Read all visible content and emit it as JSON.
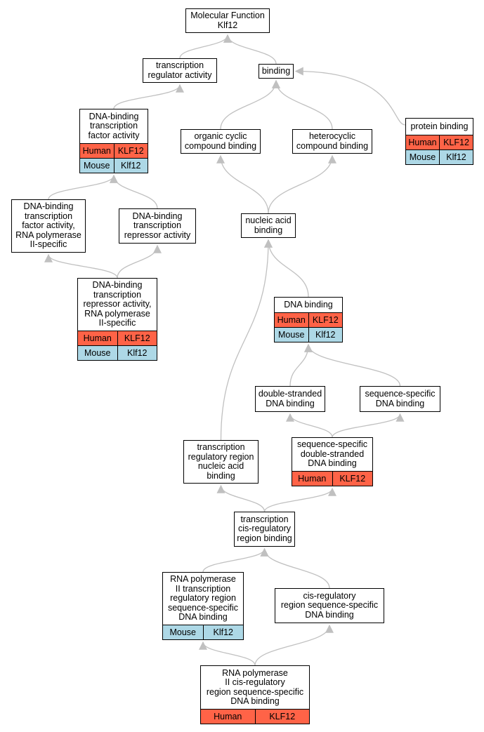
{
  "colors": {
    "human": "#ff6347",
    "mouse": "#add8e6",
    "edge": "#c0c0c0",
    "border": "#000000"
  },
  "nodes": {
    "root": {
      "label": "Molecular Function\nKlf12"
    },
    "tra": {
      "label": "transcription\nregulator activity"
    },
    "binding": {
      "label": "binding"
    },
    "dbtf": {
      "label": "DNA-binding\ntranscription\nfactor activity",
      "rows": [
        [
          "Human",
          "KLF12"
        ],
        [
          "Mouse",
          "Klf12"
        ]
      ]
    },
    "ocb": {
      "label": "organic cyclic\ncompound binding"
    },
    "hcb": {
      "label": "heterocyclic\ncompound binding"
    },
    "pb": {
      "label": "protein binding",
      "rows": [
        [
          "Human",
          "KLF12"
        ],
        [
          "Mouse",
          "Klf12"
        ]
      ]
    },
    "dbtf2": {
      "label": "DNA-binding\ntranscription\nfactor activity,\nRNA polymerase\nII-specific"
    },
    "dbtr": {
      "label": "DNA-binding\ntranscription\nrepressor activity"
    },
    "nab": {
      "label": "nucleic acid\nbinding"
    },
    "dbtr2": {
      "label": "DNA-binding\ntranscription\nrepressor activity,\nRNA polymerase\nII-specific",
      "rows": [
        [
          "Human",
          "KLF12"
        ],
        [
          "Mouse",
          "Klf12"
        ]
      ]
    },
    "db": {
      "label": "DNA binding",
      "rows": [
        [
          "Human",
          "KLF12"
        ],
        [
          "Mouse",
          "Klf12"
        ]
      ]
    },
    "dsdb": {
      "label": "double-stranded\nDNA binding"
    },
    "ssdb": {
      "label": "sequence-specific\nDNA binding"
    },
    "trrnab": {
      "label": "transcription\nregulatory region\nnucleic acid\nbinding"
    },
    "ssdsdb": {
      "label": "sequence-specific\ndouble-stranded\nDNA binding",
      "rows": [
        [
          "Human",
          "KLF12"
        ]
      ]
    },
    "tcrrb": {
      "label": "transcription\ncis-regulatory\nregion binding"
    },
    "rp2": {
      "label": "RNA polymerase\nII transcription\nregulatory region\nsequence-specific\nDNA binding",
      "rows": [
        [
          "Mouse",
          "Klf12"
        ]
      ]
    },
    "crss": {
      "label": "cis-regulatory\nregion sequence-specific\nDNA binding"
    },
    "rp2cr": {
      "label": "RNA polymerase\nII cis-regulatory\nregion sequence-specific\nDNA binding",
      "rows": [
        [
          "Human",
          "KLF12"
        ]
      ]
    }
  },
  "edges": [
    [
      "tra",
      "root"
    ],
    [
      "binding",
      "root"
    ],
    [
      "dbtf",
      "tra"
    ],
    [
      "ocb",
      "binding"
    ],
    [
      "hcb",
      "binding"
    ],
    [
      "pb",
      "binding"
    ],
    [
      "dbtf2",
      "dbtf"
    ],
    [
      "dbtr",
      "dbtf"
    ],
    [
      "nab",
      "ocb"
    ],
    [
      "nab",
      "hcb"
    ],
    [
      "dbtr2",
      "dbtf2"
    ],
    [
      "dbtr2",
      "dbtr"
    ],
    [
      "db",
      "nab"
    ],
    [
      "trrnab",
      "nab"
    ],
    [
      "dsdb",
      "db"
    ],
    [
      "ssdb",
      "db"
    ],
    [
      "ssdsdb",
      "dsdb"
    ],
    [
      "ssdsdb",
      "ssdb"
    ],
    [
      "tcrrb",
      "trrnab"
    ],
    [
      "tcrrb",
      "ssdsdb"
    ],
    [
      "rp2",
      "tcrrb"
    ],
    [
      "crss",
      "tcrrb"
    ],
    [
      "rp2cr",
      "rp2"
    ],
    [
      "rp2cr",
      "crss"
    ]
  ]
}
